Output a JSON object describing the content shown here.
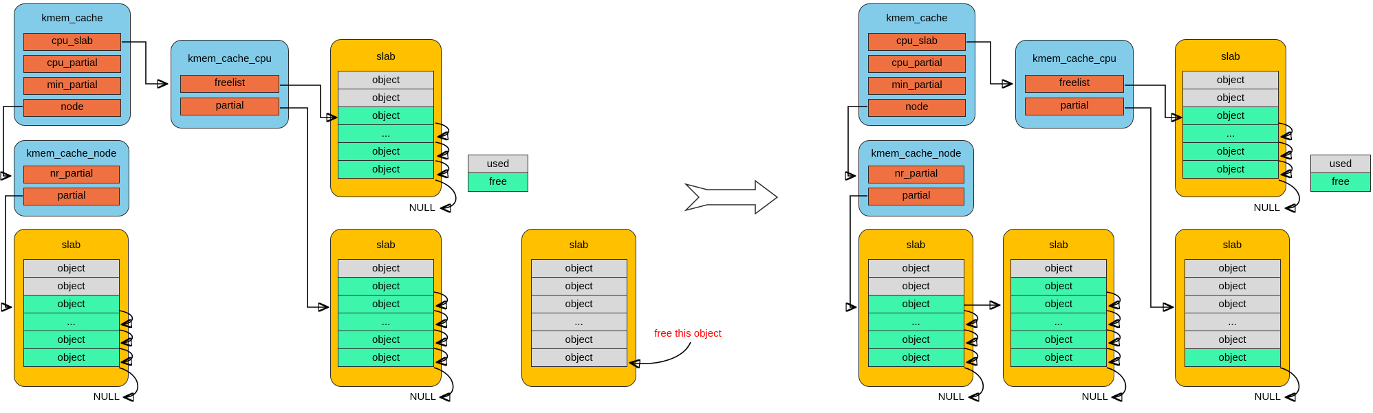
{
  "colors": {
    "struct_box_blue": "#82CCEA",
    "field_orange": "#EF7142",
    "slab_yellow": "#FFC000",
    "used_gray": "#D9D9D9",
    "free_green": "#3DF6AC",
    "annotation_red": "#FF0000",
    "line_black": "#000000"
  },
  "labels": {
    "null": "NULL"
  },
  "legend": {
    "used": "used",
    "free": "free"
  },
  "left": {
    "kmem_cache": {
      "title": "kmem_cache",
      "fields": [
        "cpu_slab",
        "cpu_partial",
        "min_partial",
        "node"
      ]
    },
    "kmem_cache_cpu": {
      "title": "kmem_cache_cpu",
      "fields": [
        "freelist",
        "partial"
      ]
    },
    "kmem_cache_node": {
      "title": "kmem_cache_node",
      "fields": [
        "nr_partial",
        "partial"
      ]
    },
    "top_slab": {
      "title": "slab",
      "rows": [
        {
          "label": "object",
          "state": "used"
        },
        {
          "label": "object",
          "state": "used"
        },
        {
          "label": "object",
          "state": "free"
        },
        {
          "label": "...",
          "state": "free"
        },
        {
          "label": "object",
          "state": "free"
        },
        {
          "label": "object",
          "state": "free"
        }
      ]
    },
    "bottom_left_slab": {
      "title": "slab",
      "rows": [
        {
          "label": "object",
          "state": "used"
        },
        {
          "label": "object",
          "state": "used"
        },
        {
          "label": "object",
          "state": "free"
        },
        {
          "label": "...",
          "state": "free"
        },
        {
          "label": "object",
          "state": "free"
        },
        {
          "label": "object",
          "state": "free"
        }
      ]
    },
    "bottom_middle_slab": {
      "title": "slab",
      "rows": [
        {
          "label": "object",
          "state": "used"
        },
        {
          "label": "object",
          "state": "free"
        },
        {
          "label": "object",
          "state": "free"
        },
        {
          "label": "...",
          "state": "free"
        },
        {
          "label": "object",
          "state": "free"
        },
        {
          "label": "object",
          "state": "free"
        }
      ]
    },
    "bottom_right_slab": {
      "title": "slab",
      "rows": [
        {
          "label": "object",
          "state": "used"
        },
        {
          "label": "object",
          "state": "used"
        },
        {
          "label": "object",
          "state": "used"
        },
        {
          "label": "...",
          "state": "used"
        },
        {
          "label": "object",
          "state": "used"
        },
        {
          "label": "object",
          "state": "used"
        }
      ]
    },
    "annotation": "free this object"
  },
  "right": {
    "kmem_cache": {
      "title": "kmem_cache",
      "fields": [
        "cpu_slab",
        "cpu_partial",
        "min_partial",
        "node"
      ]
    },
    "kmem_cache_cpu": {
      "title": "kmem_cache_cpu",
      "fields": [
        "freelist",
        "partial"
      ]
    },
    "kmem_cache_node": {
      "title": "kmem_cache_node",
      "fields": [
        "nr_partial",
        "partial"
      ]
    },
    "top_slab": {
      "title": "slab",
      "rows": [
        {
          "label": "object",
          "state": "used"
        },
        {
          "label": "object",
          "state": "used"
        },
        {
          "label": "object",
          "state": "free"
        },
        {
          "label": "...",
          "state": "free"
        },
        {
          "label": "object",
          "state": "free"
        },
        {
          "label": "object",
          "state": "free"
        }
      ]
    },
    "bottom_left_slab": {
      "title": "slab",
      "rows": [
        {
          "label": "object",
          "state": "used"
        },
        {
          "label": "object",
          "state": "used"
        },
        {
          "label": "object",
          "state": "free"
        },
        {
          "label": "...",
          "state": "free"
        },
        {
          "label": "object",
          "state": "free"
        },
        {
          "label": "object",
          "state": "free"
        }
      ]
    },
    "bottom_middle_slab": {
      "title": "slab",
      "rows": [
        {
          "label": "object",
          "state": "used"
        },
        {
          "label": "object",
          "state": "free"
        },
        {
          "label": "object",
          "state": "free"
        },
        {
          "label": "...",
          "state": "free"
        },
        {
          "label": "object",
          "state": "free"
        },
        {
          "label": "object",
          "state": "free"
        }
      ]
    },
    "bottom_right_slab": {
      "title": "slab",
      "rows": [
        {
          "label": "object",
          "state": "used"
        },
        {
          "label": "object",
          "state": "used"
        },
        {
          "label": "object",
          "state": "used"
        },
        {
          "label": "...",
          "state": "used"
        },
        {
          "label": "object",
          "state": "used"
        },
        {
          "label": "object",
          "state": "free"
        }
      ]
    }
  }
}
